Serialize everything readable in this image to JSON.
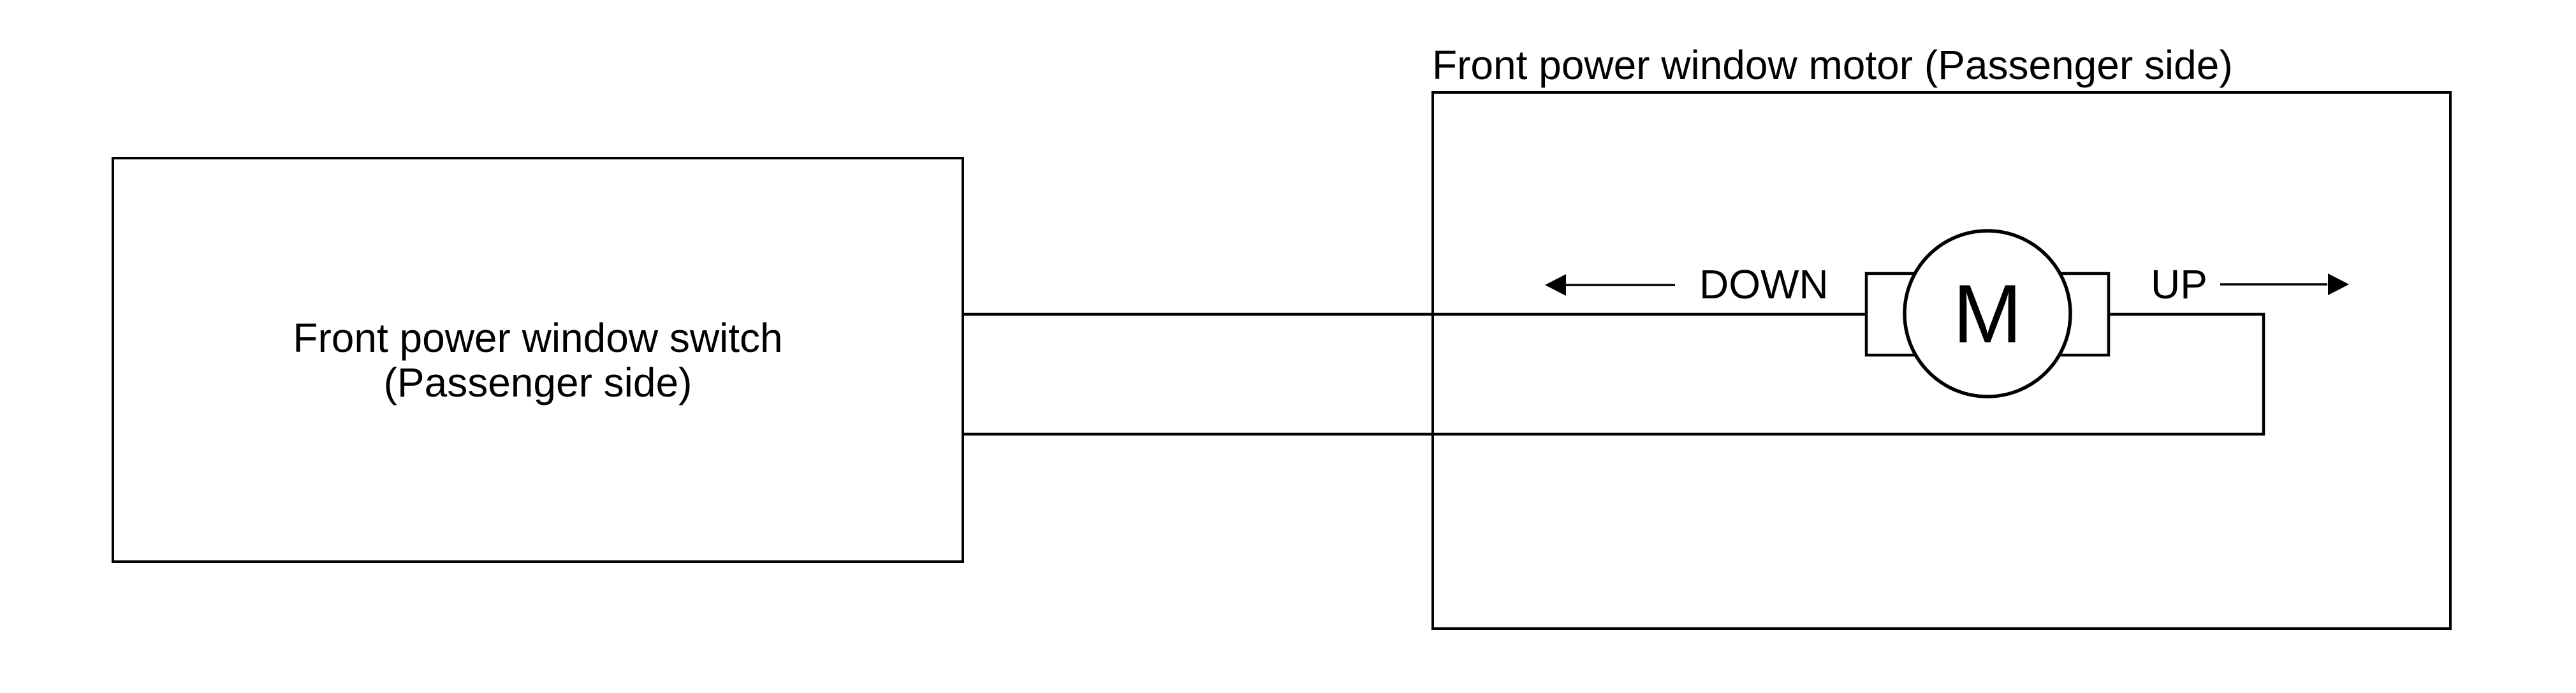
{
  "diagram": {
    "switch_box": {
      "label_line1": "Front power window switch",
      "label_line2": "(Passenger side)"
    },
    "motor_box": {
      "title": "Front power window motor (Passenger side)"
    },
    "motor": {
      "symbol": "M"
    },
    "labels": {
      "down": "DOWN",
      "up": "UP"
    },
    "icons": {
      "down_arrow": "left-arrow-icon",
      "up_arrow": "right-arrow-icon"
    },
    "colors": {
      "line": "#000000",
      "background": "#ffffff"
    }
  }
}
